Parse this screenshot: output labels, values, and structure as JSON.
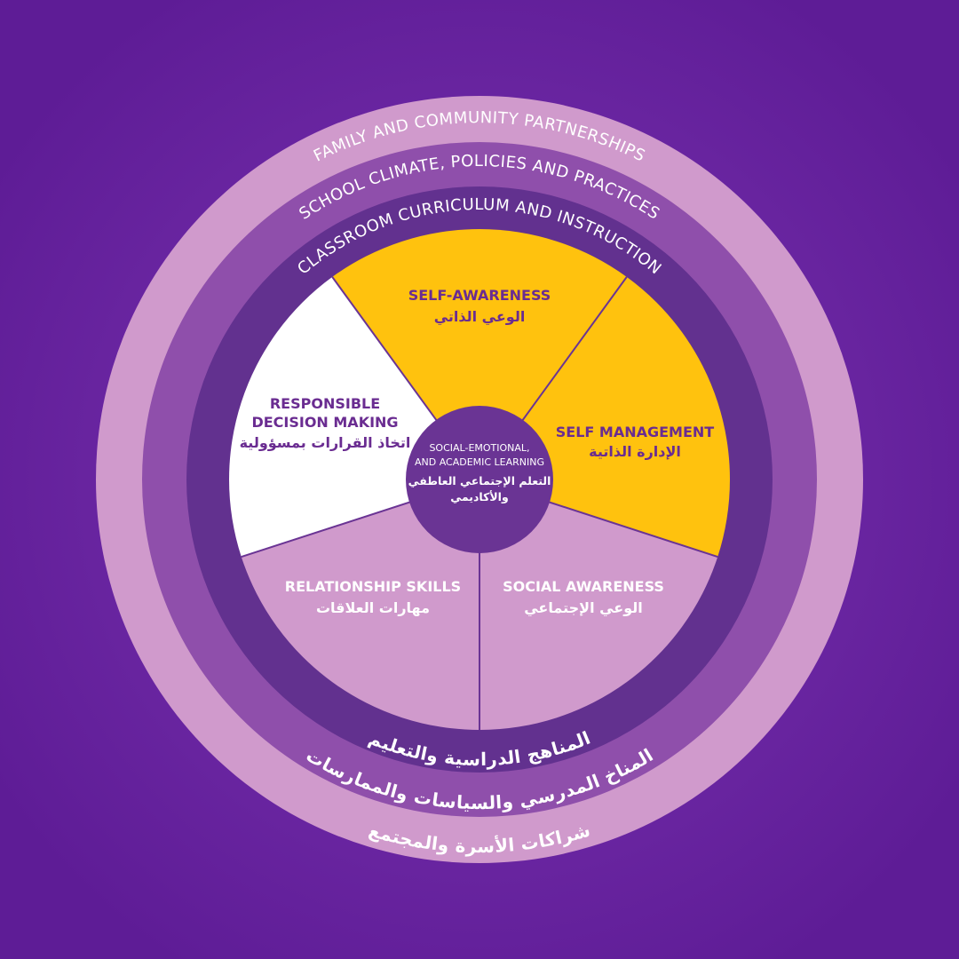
{
  "colors": {
    "background": "#6a22a0",
    "background_glow": "#7d35b3",
    "outer_ring": "#d09acc",
    "middle_ring": "#8f4fab",
    "inner_ring": "#62318f",
    "yellow": "#ffc20e",
    "white": "#ffffff",
    "lilac": "#d09acc",
    "center": "#6a3494",
    "purple_text": "#6a2c91"
  },
  "rings": {
    "outer": {
      "en": "FAMILY AND COMMUNITY PARTNERSHIPS",
      "ar": "شراكات الأسرة والمجتمع"
    },
    "middle": {
      "en": "SCHOOL CLIMATE, POLICIES AND PRACTICES",
      "ar": "المناخ المدرسي والسياسات والممارسات"
    },
    "inner": {
      "en": "CLASSROOM CURRICULUM AND INSTRUCTION",
      "ar": "المناهج الدراسية والتعليم"
    }
  },
  "segments": {
    "self_awareness": {
      "en": "SELF-AWARENESS",
      "ar": "الوعي الذاتي"
    },
    "self_management": {
      "en": "SELF MANAGEMENT",
      "ar": "الإدارة الذاتية"
    },
    "social_awareness": {
      "en": "SOCIAL AWARENESS",
      "ar": "الوعي الإجتماعي"
    },
    "relationship_skills": {
      "en": "RELATIONSHIP SKILLS",
      "ar": "مهارات العلاقات"
    },
    "responsible_decision_making": {
      "en_line1": "RESPONSIBLE",
      "en_line2": "DECISION MAKING",
      "ar": "اتخاذ القرارات بمسؤولية"
    }
  },
  "center": {
    "en_line1": "SOCIAL-EMOTIONAL,",
    "en_line2": "AND ACADEMIC LEARNING",
    "ar_line1": "التعلم الإجتماعي العاطفي",
    "ar_line2": "والأكاديمي"
  }
}
